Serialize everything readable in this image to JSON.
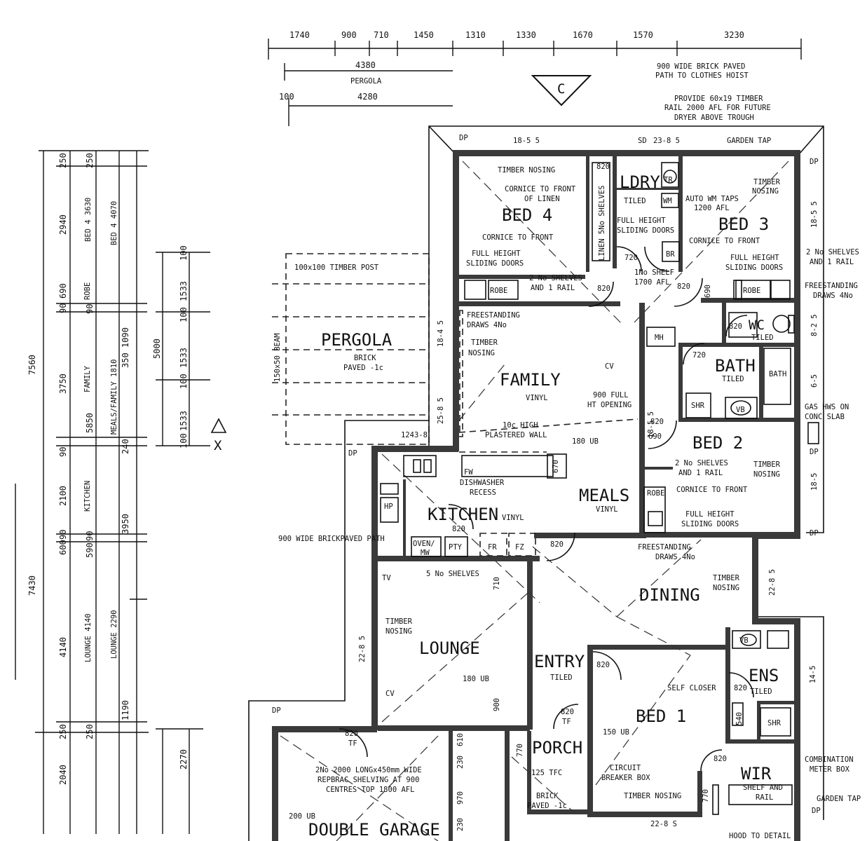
{
  "top_dims": {
    "row1": [
      "1740",
      "900",
      "710",
      "1450",
      "1310",
      "1330",
      "1670",
      "1570",
      "3230"
    ],
    "row2": "4380",
    "pergola_label": "PERGOLA",
    "row3": "4280",
    "offset": "100"
  },
  "left_dims": {
    "col1": [
      "250",
      "2940",
      "90",
      "690",
      "3750",
      "90",
      "2100",
      "90",
      "600",
      "4140",
      "250",
      "2040"
    ],
    "col1_totals": [
      "7560",
      "7430"
    ],
    "col2": [
      "250",
      "BED 4 3630",
      "ROBE",
      "90",
      "FAMILY",
      "5850",
      "KITCHEN",
      "590",
      "90",
      "LOUNGE 4140",
      "250"
    ],
    "col3": [
      "BED 4 4070",
      "350 1090",
      "MEALS/FAMILY 1810",
      "240",
      "3950",
      "LOUNGE 2290",
      "1190"
    ],
    "col4": [
      "100",
      "1533",
      "100",
      "1533",
      "100",
      "1533",
      "100"
    ],
    "col4_total": "5000",
    "col5": "2270"
  },
  "rooms": {
    "bed4": "BED 4",
    "bed3": "BED 3",
    "bed2": "BED 2",
    "bed1": "BED 1",
    "ldry": "LDRY",
    "family": "FAMILY",
    "meals": "MEALS",
    "kitchen": "KITCHEN",
    "bath": "BATH",
    "wc": "WC",
    "dining": "DINING",
    "lounge": "LOUNGE",
    "entry": "ENTRY",
    "ens": "ENS",
    "wir": "WIR",
    "porch": "PORCH",
    "garage": "DOUBLE GARAGE",
    "pergola": "PERGOLA"
  },
  "labels": {
    "pergola_brick": "BRICK",
    "pergola_paved": "PAVED -1c",
    "timber_post": "100x100 TIMBER POST",
    "beam": "150x50 BEAM",
    "section_c": "C",
    "section_x": "X",
    "path_900": "900 WIDE BRICKPAVED PATH",
    "path_top_1": "900 WIDE BRICK PAVED",
    "path_top_2": "PATH TO CLOTHES HOIST",
    "rail_1": "PROVIDE 60x19 TIMBER",
    "rail_2": "RAIL 2000 AFL FOR FUTURE",
    "rail_3": "DRYER ABOVE TROUGH",
    "dp": "DP",
    "sd": "SD",
    "gutter_a": "18-5 5",
    "gutter_b": "23-8 5",
    "garden_tap": "GARDEN TAP",
    "bed4_timber": "TIMBER NOSING",
    "bed4_cornice1": "CORNICE TO FRONT",
    "bed4_cornice2": "OF LINEN",
    "bed4_cornice3": "CORNICE TO FRONT",
    "bed4_slide1": "FULL HEIGHT",
    "bed4_slide2": "SLIDING DOORS",
    "bed4_shelves1": "2 No SHELVES",
    "bed4_shelves2": "AND 1 RAIL",
    "robe": "ROBE",
    "linen": "LINEN 5No SHELVES",
    "ldry_tiled": "TILED",
    "ldry_full1": "FULL HEIGHT",
    "ldry_full2": "SLIDING DOORS",
    "tr": "TR",
    "wm": "WM",
    "br": "BR",
    "d720": "720",
    "d820": "820",
    "d690": "690",
    "shelf1": "1No SHELF",
    "shelf2": "1700 AFL",
    "bed3_taps1": "AUTO WM TAPS",
    "bed3_taps2": "1200 AFL",
    "bed3_timber1": "TIMBER",
    "bed3_timber2": "NOSING",
    "bed3_cornice": "CORNICE TO FRONT",
    "bed3_full1": "FULL HEIGHT",
    "bed3_full2": "SLIDING DOORS",
    "r_shelves1": "2 No SHELVES",
    "r_shelves2": "AND 1 RAIL",
    "r_draws1": "FREESTANDING",
    "r_draws2": "DRAWS 4No",
    "wc_tiled": "TILED",
    "bath_tiled": "TILED",
    "bath": "BATH",
    "shr": "SHR",
    "vb": "VB",
    "mh": "MH",
    "gas1": "GAS HWS ON",
    "gas2": "CONC SLAB",
    "fam_draws1": "FREESTANDING",
    "fam_draws2": "DRAWS 4No",
    "fam_timber1": "TIMBER",
    "fam_timber2": "NOSING",
    "vinyl": "VINYL",
    "cv": "CV",
    "open1": "900 FULL",
    "open2": "HT OPENING",
    "wall1": "10c HIGH",
    "wall2": "PLASTERED WALL",
    "ub180": "180 UB",
    "d1243": "1243-8",
    "d670": "670",
    "fw": "FW",
    "dish1": "DISHWASHER",
    "dish2": "RECESS",
    "hp": "HP",
    "kvinyl": "VINYL",
    "oven1": "OVEN/",
    "oven2": "MW",
    "pty": "PTY",
    "fr": "FR",
    "fz": "FZ",
    "bed2_shelves1": "2 No SHELVES",
    "bed2_shelves2": "AND 1 RAIL",
    "bed2_timber1": "TIMBER",
    "bed2_timber2": "NOSING",
    "bed2_cornice": "CORNICE TO FRONT",
    "bed2_full1": "FULL HEIGHT",
    "bed2_full2": "SLIDING DOORS",
    "din_draws1": "FREESTANDING",
    "din_draws2": "DRAWS 4No",
    "din_timber1": "TIMBER",
    "din_timber2": "NOSING",
    "tv": "TV",
    "lounge_shelves": "5 No SHELVES",
    "lounge_timber1": "TIMBER",
    "lounge_timber2": "NOSING",
    "d710": "710",
    "ub180b": "180 UB",
    "d900": "900",
    "entry_tiled": "TILED",
    "tf": "TF",
    "self_closer": "SELF CLOSER",
    "ub150": "150 UB",
    "ens_tiled": "TILED",
    "d540": "540",
    "circuit1": "CIRCUIT",
    "circuit2": "BREAKER BOX",
    "timber_nosing": "TIMBER NOSING",
    "d770": "770",
    "wir_shelf1": "SHELF AND",
    "wir_shelf2": "RAIL",
    "combo1": "COMBINATION",
    "combo2": "METER BOX",
    "garden_tap2": "GARDEN TAP",
    "porch_tfc": "125 TFC",
    "porch_brick1": "BRICK",
    "porch_brick2": "PAVED -1c",
    "garage_shelf1": "2No 2000 LONGx450mm WIDE",
    "garage_shelf2": "REPBRAC SHELVING AT 900",
    "garage_shelf3": "CENTRES TOP 1800 AFL",
    "ub200": "200 UB",
    "d230": "230",
    "d970": "970",
    "d610": "610",
    "hood": "HOOD TO DETAIL",
    "g_22_8_5": "22-8 5",
    "g_18_4_5": "18-4 5",
    "g_25_8_5": "25-8 5",
    "g_18_5": "18-5",
    "g_22_8_5b": "22-8 5",
    "g_22_8_s": "22-8 S",
    "g_18_5_5": "18-5 5",
    "g_8_2_5": "8-2 5",
    "g_6_5": "6-5",
    "g_14_5": "14-5"
  }
}
